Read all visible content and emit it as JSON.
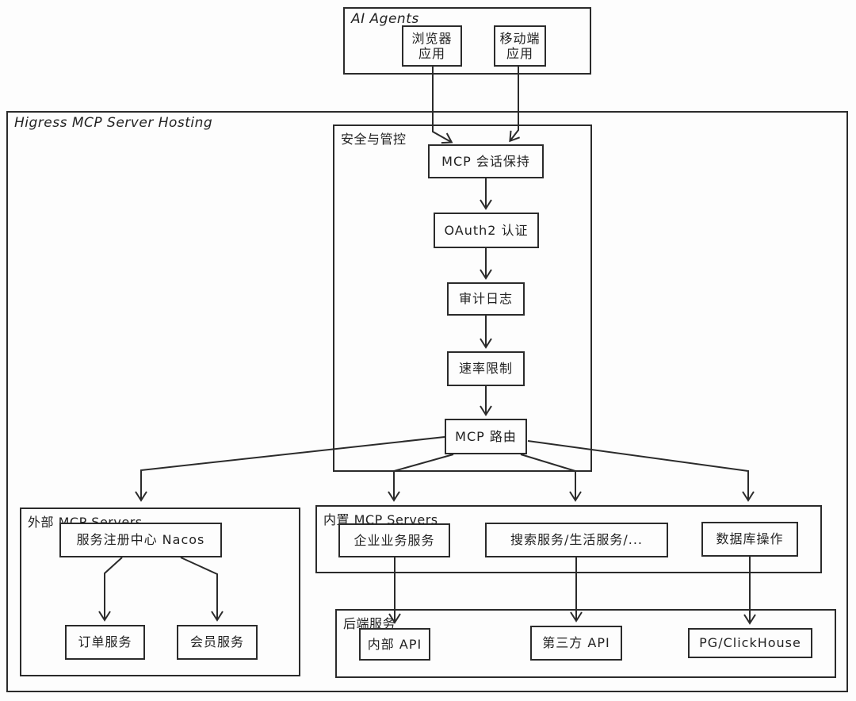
{
  "diagram_title": "Higress MCP Server Hosting",
  "colors": {
    "stroke": "#2b2b2b",
    "text": "#222222",
    "background": "#fdfdfd"
  },
  "containers": {
    "ai_agents": {
      "label": "AI Agents"
    },
    "higress": {
      "label": "Higress MCP Server Hosting"
    },
    "security": {
      "label": "安全与管控"
    },
    "external": {
      "label": "外部 MCP Servers"
    },
    "builtin": {
      "label": "内置 MCP Servers"
    },
    "backend": {
      "label": "后端服务"
    }
  },
  "nodes": {
    "browser_app": {
      "label": "浏览器\n应用"
    },
    "mobile_app": {
      "label": "移动端\n应用"
    },
    "mcp_session": {
      "label": "MCP 会话保持"
    },
    "oauth2_auth": {
      "label": "OAuth2 认证"
    },
    "audit_log": {
      "label": "审计日志"
    },
    "rate_limit": {
      "label": "速率限制"
    },
    "mcp_router": {
      "label": "MCP 路由"
    },
    "nacos": {
      "label": "服务注册中心 Nacos"
    },
    "order_service": {
      "label": "订单服务"
    },
    "member_service": {
      "label": "会员服务"
    },
    "enterprise_service": {
      "label": "企业业务服务"
    },
    "search_service": {
      "label": "搜索服务/生活服务/..."
    },
    "database_ops": {
      "label": "数据库操作"
    },
    "internal_api": {
      "label": "内部 API"
    },
    "thirdparty_api": {
      "label": "第三方 API"
    },
    "pg_clickhouse": {
      "label": "PG/ClickHouse"
    }
  },
  "edges": [
    {
      "from": "browser_app",
      "to": "mcp_session"
    },
    {
      "from": "mobile_app",
      "to": "mcp_session"
    },
    {
      "from": "mcp_session",
      "to": "oauth2_auth"
    },
    {
      "from": "oauth2_auth",
      "to": "audit_log"
    },
    {
      "from": "audit_log",
      "to": "rate_limit"
    },
    {
      "from": "rate_limit",
      "to": "mcp_router"
    },
    {
      "from": "mcp_router",
      "to": "external_mcp_servers"
    },
    {
      "from": "mcp_router",
      "to": "enterprise_service"
    },
    {
      "from": "mcp_router",
      "to": "search_service"
    },
    {
      "from": "mcp_router",
      "to": "database_ops"
    },
    {
      "from": "nacos",
      "to": "order_service"
    },
    {
      "from": "nacos",
      "to": "member_service"
    },
    {
      "from": "enterprise_service",
      "to": "internal_api"
    },
    {
      "from": "search_service",
      "to": "thirdparty_api"
    },
    {
      "from": "database_ops",
      "to": "pg_clickhouse"
    }
  ]
}
